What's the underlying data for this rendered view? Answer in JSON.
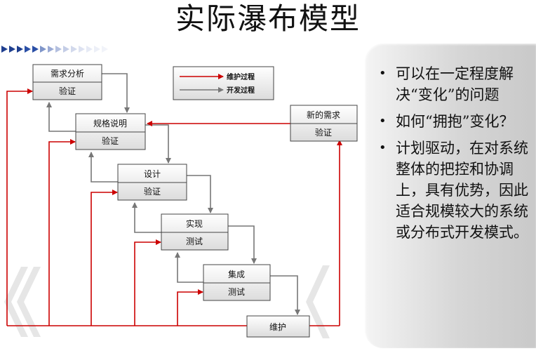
{
  "title": "实际瀑布模型",
  "stages": [
    {
      "name": "需求分析",
      "check": "验证"
    },
    {
      "name": "规格说明",
      "check": "验证"
    },
    {
      "name": "设计",
      "check": "验证"
    },
    {
      "name": "实现",
      "check": "测试"
    },
    {
      "name": "集成",
      "check": "测试"
    },
    {
      "name": "维护"
    }
  ],
  "new_requirements": {
    "name": "新的需求",
    "check": "验证"
  },
  "legend": {
    "maintenance": "维护过程",
    "development": "开发过程"
  },
  "colors": {
    "maintenance": "#cc0000",
    "development": "#777777"
  },
  "bullets": [
    "可以在一定程度解决“变化”的问题",
    "如何“拥抱”变化？",
    "计划驱动，在对系统整体的把控和协调上，具有优势，因此适合规模较大的系统或分布式开发模式。"
  ]
}
